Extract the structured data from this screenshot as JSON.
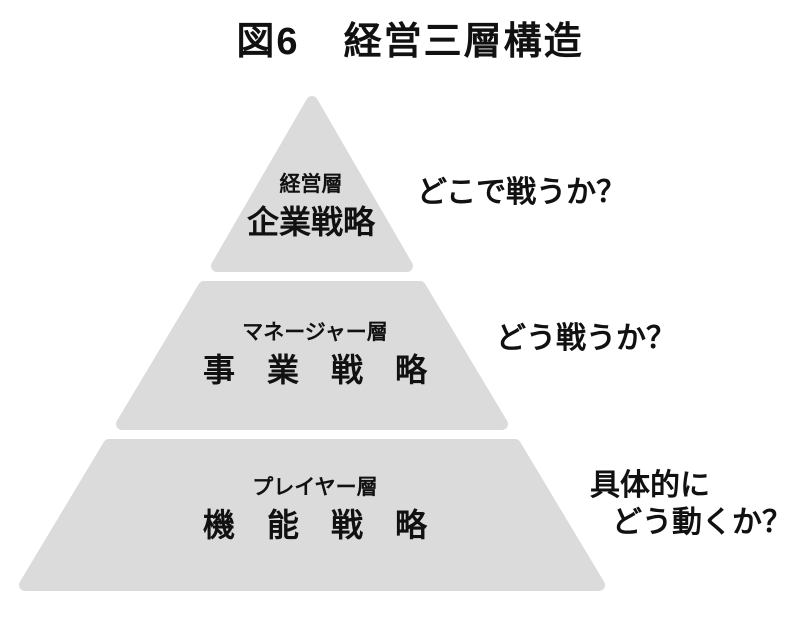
{
  "figure": {
    "label": "図6",
    "title": "経営三層構造"
  },
  "colors": {
    "layer_fill": "#dbdbdb",
    "text": "#111111",
    "background": "#ffffff"
  },
  "pyramid": {
    "layers": [
      {
        "position": "top",
        "tier": "経営層",
        "strategy": "企業戦略",
        "question_lines": [
          "どこで戦うか？"
        ]
      },
      {
        "position": "middle",
        "tier": "マネージャー層",
        "strategy": "事　業　戦　略",
        "question_lines": [
          "どう戦うか？"
        ]
      },
      {
        "position": "bottom",
        "tier": "プレイヤー層",
        "strategy": "機　能　戦　略",
        "question_lines": [
          "具体的に",
          "どう動くか？"
        ]
      }
    ]
  }
}
